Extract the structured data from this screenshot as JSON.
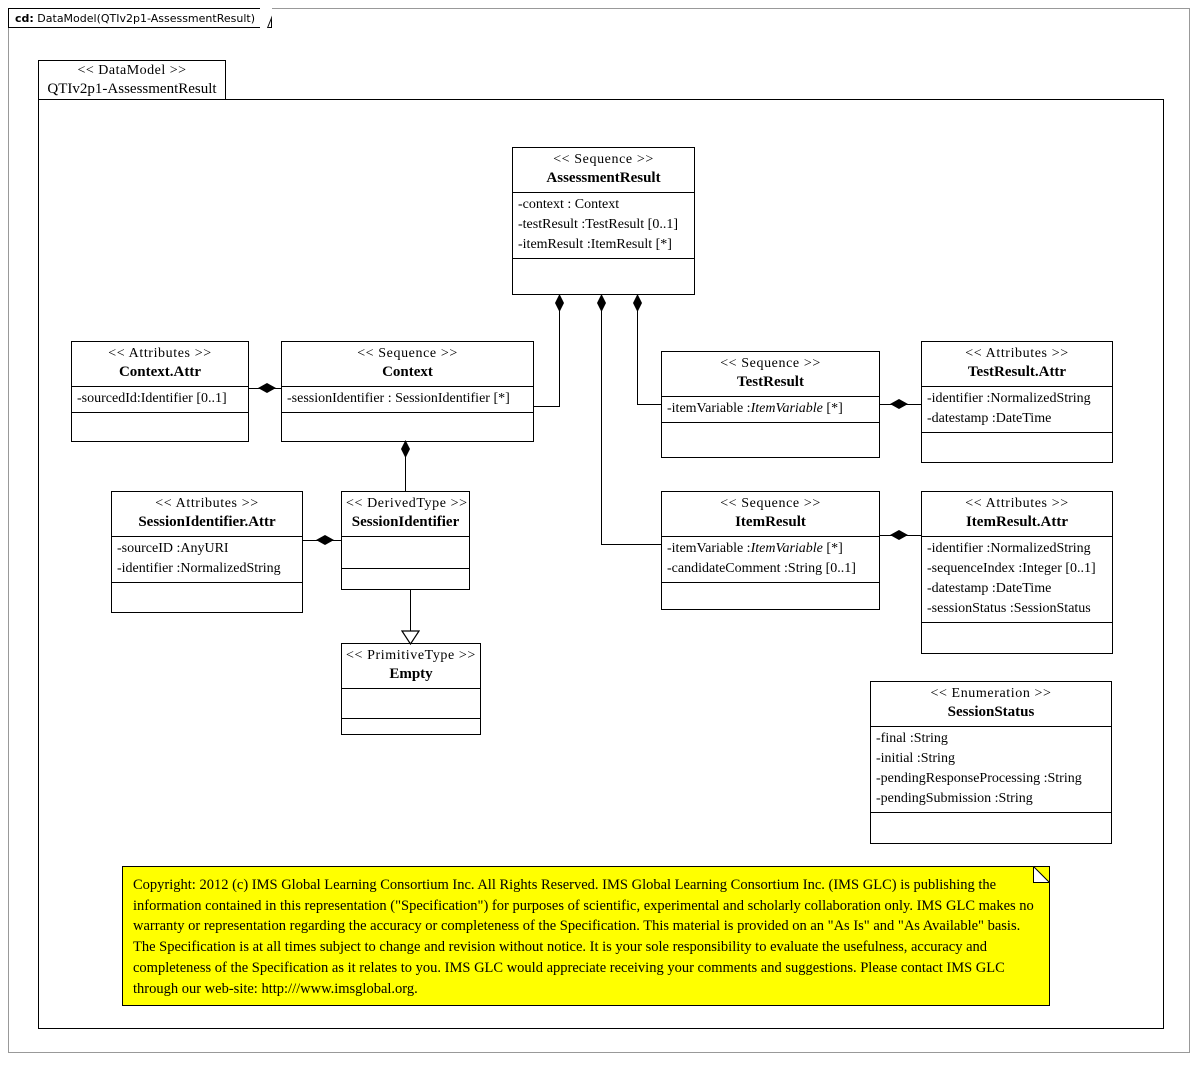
{
  "frame": {
    "keyword": "cd:",
    "title": "DataModel(QTIv2p1-AssessmentResult)"
  },
  "package": {
    "stereotype": "<< DataModel >>",
    "name": "QTIv2p1-AssessmentResult"
  },
  "classes": {
    "assessment_result": {
      "stereotype": "<< Sequence >>",
      "name": "AssessmentResult",
      "attributes": [
        "-context : Context",
        "-testResult :TestResult [0..1]",
        "-itemResult  :ItemResult  [*]"
      ]
    },
    "context_attr": {
      "stereotype": "<< Attributes  >>",
      "name": "Context.Attr",
      "attributes": [
        "-sourcedId:Identifier [0..1]"
      ]
    },
    "context": {
      "stereotype": "<< Sequence >>",
      "name": "Context",
      "attributes": [
        "-sessionIdentifier  : SessionIdentifier  [*]"
      ]
    },
    "test_result": {
      "stereotype": "<< Sequence >>",
      "name": "TestResult",
      "attributes_pre": "-itemVariable  :",
      "attributes_italic": "ItemVariable",
      "attributes_post": " [*]"
    },
    "test_result_attr": {
      "stereotype": "<< Attributes  >>",
      "name": "TestResult.Attr",
      "attributes": [
        "-identifier  :NormalizedString",
        "-datestamp :DateTime"
      ]
    },
    "session_identifier_attr": {
      "stereotype": "<< Attributes  >>",
      "name": "SessionIdentifier.Attr",
      "attributes": [
        "-sourceID :AnyURI",
        "-identifier  :NormalizedString"
      ]
    },
    "session_identifier": {
      "stereotype": "<< DerivedType  >>",
      "name": "SessionIdentifier",
      "attributes": []
    },
    "item_result": {
      "stereotype": "<< Sequence >>",
      "name": "ItemResult",
      "attr1_pre": "-itemVariable  :",
      "attr1_italic": "ItemVariable",
      "attr1_post": " [*]",
      "attr2": "-candidateComment  :String [0..1]"
    },
    "item_result_attr": {
      "stereotype": "<< Attributes  >>",
      "name": "ItemResult.Attr",
      "attributes": [
        "-identifier  :NormalizedString",
        "-sequenceIndex :Integer [0..1]",
        "-datestamp :DateTime",
        "-sessionStatus  :SessionStatus"
      ]
    },
    "empty": {
      "stereotype": "<< PrimitiveType   >>",
      "name": "Empty",
      "attributes": []
    },
    "session_status": {
      "stereotype": "<< Enumeration  >>",
      "name": "SessionStatus",
      "attributes": [
        "-final  :String",
        "-initial  :String",
        "-pendingResponseProcessing   :String",
        "-pendingSubmission   :String"
      ]
    }
  },
  "note": {
    "text": "Copyright: 2012 (c) IMS Global Learning Consortium Inc.  All Rights Reserved.  IMS Global Learning Consortium Inc. (IMS GLC) is publishing the information contained in this representation (\"Specification\") for purposes of scientific, experimental and scholarly collaboration only.  IMS GLC makes no warranty or representation regarding the accuracy or completeness of the Specification.  This material is provided on an \"As Is\" and \"As Available\" basis.  The Specification is at all times subject to change and revision without notice.  It is your sole responsibility to evaluate the usefulness, accuracy and completeness of the Specification as it relates to you.  IMS GLC would appreciate receiving your comments and suggestions.  Please contact IMS GLC through our web-site: http:///www.imsglobal.org.",
    "background_color": "#ffff00"
  }
}
